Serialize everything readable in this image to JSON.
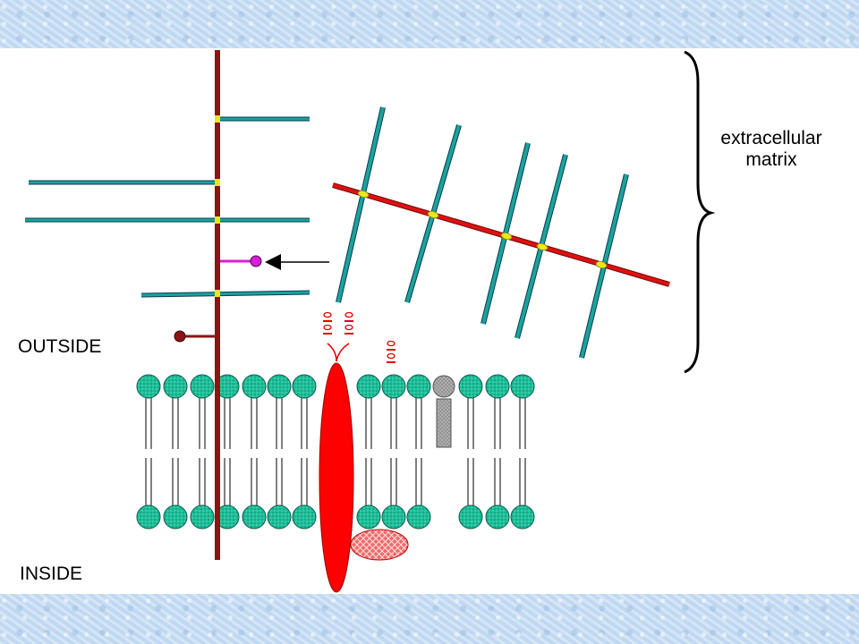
{
  "labels": {
    "matrix_line1": "extracellular",
    "matrix_line2": "matrix",
    "outside": "OUTSIDE",
    "inside": "INSIDE"
  },
  "colors": {
    "core_protein": "#8b1414",
    "fiber": "#1aa39a",
    "fiber_outline": "#0b3a57",
    "collagen_axis": "#e01010",
    "crosslink": "#e8e820",
    "lipid_head": "#1dbf9a",
    "membrane_protein": "#ff0000",
    "cytoplasmic_partner": "#f26a6a",
    "anchor_pink": "#d61fd6",
    "gray_lipid": "#b4b4b4"
  },
  "icons": [
    "brace-icon",
    "arrow-icon",
    "oligosaccharide-chain-icon"
  ]
}
